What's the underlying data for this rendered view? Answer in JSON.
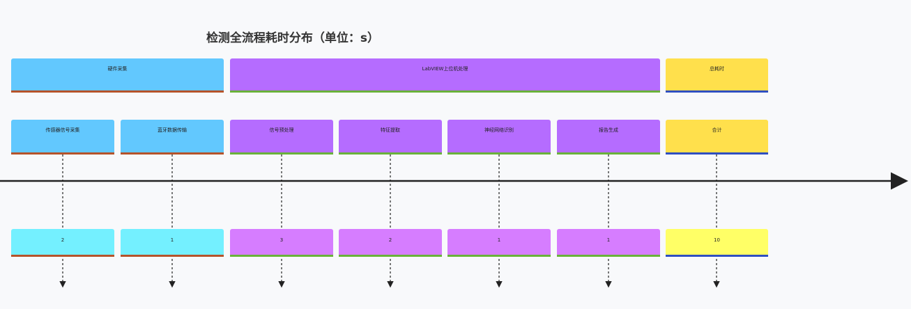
{
  "title": "检测全流程耗时分布（单位：s）",
  "groups": [
    {
      "label": "硬件采集"
    },
    {
      "label": "LabVIEW上位机处理"
    },
    {
      "label": "总耗时"
    }
  ],
  "steps": [
    {
      "label": "传感器信号采集",
      "value": "2"
    },
    {
      "label": "蓝牙数据传输",
      "value": "1"
    },
    {
      "label": "信号预处理",
      "value": "3"
    },
    {
      "label": "特征提取",
      "value": "2"
    },
    {
      "label": "神经网络识别",
      "value": "1"
    },
    {
      "label": "报告生成",
      "value": "1"
    },
    {
      "label": "合计",
      "value": "10"
    }
  ]
}
